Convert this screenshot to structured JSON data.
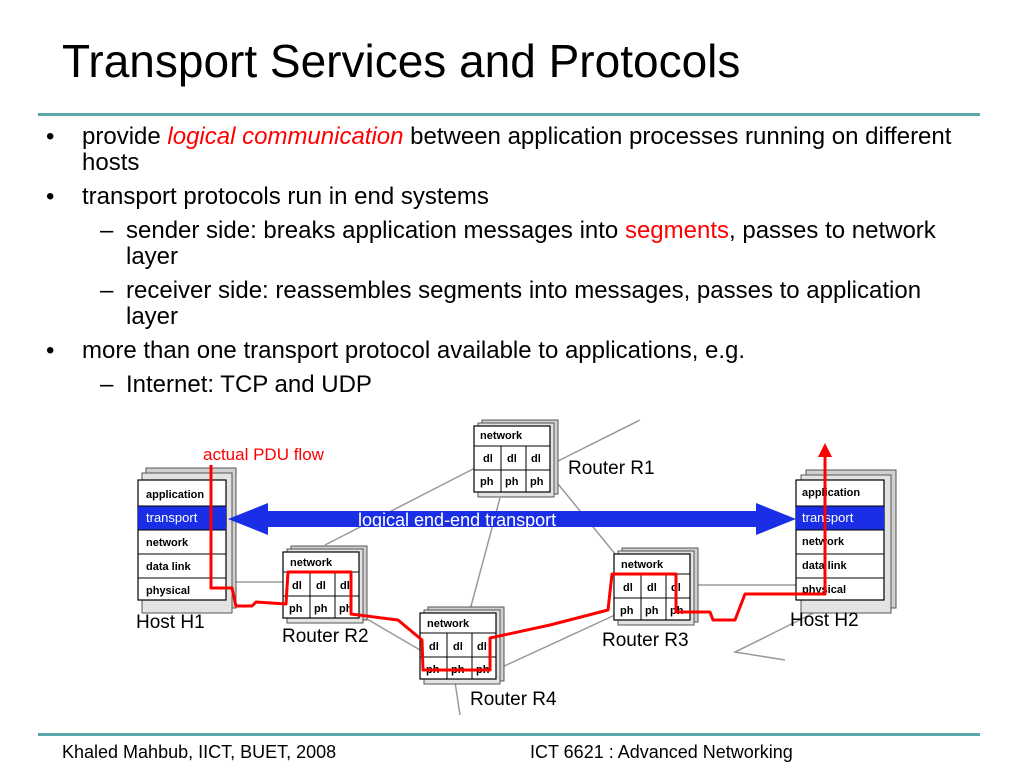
{
  "slide": {
    "title": "Transport Services and Protocols"
  },
  "bullets": {
    "b1": {
      "marker": "•",
      "text_before": "provide ",
      "highlight": "logical communication",
      "text_after": " between application processes running on different hosts"
    },
    "b2": {
      "marker": "•",
      "text": "transport protocols run in end systems",
      "subs": {
        "s1": {
          "marker": "–",
          "text_before": "sender side: breaks application messages into ",
          "highlight": "segments",
          "text_after": ", passes to  network layer"
        },
        "s2": {
          "marker": "–",
          "text": "receiver side: reassembles segments into messages, passes to application layer"
        }
      }
    },
    "b3": {
      "marker": "•",
      "text": "more than one transport protocol available to applications, e.g.",
      "subs": {
        "s1": {
          "marker": "–",
          "text": "Internet: TCP and UDP"
        }
      }
    }
  },
  "diagram": {
    "pdu_flow_label": "actual PDU flow",
    "logical_label": "logical end-end transport",
    "host_h1": {
      "caption": "Host H1",
      "layers": [
        "application",
        "transport",
        "network",
        "data link",
        "physical"
      ]
    },
    "host_h2": {
      "caption": "Host H2",
      "layers": [
        "application",
        "transport",
        "network",
        "data link",
        "physical"
      ]
    },
    "routers": {
      "r1": {
        "caption": "Router R1",
        "network": "network",
        "dl": [
          "dl",
          "dl",
          "dl"
        ],
        "ph": [
          "ph",
          "ph",
          "ph"
        ]
      },
      "r2": {
        "caption": "Router R2",
        "network": "network",
        "dl": [
          "dl",
          "dl",
          "dl"
        ],
        "ph": [
          "ph",
          "ph",
          "ph"
        ]
      },
      "r3": {
        "caption": "Router R3",
        "network": "network",
        "dl": [
          "dl",
          "dl",
          "dl"
        ],
        "ph": [
          "ph",
          "ph",
          "ph"
        ]
      },
      "r4": {
        "caption": "Router R4",
        "network": "network",
        "dl": [
          "dl",
          "dl",
          "dl"
        ],
        "ph": [
          "ph",
          "ph",
          "ph"
        ]
      }
    },
    "colors": {
      "pdu_flow": "#ff0000",
      "logical_arrow": "#1a2ee6",
      "transport_highlight": "#1a2ee6",
      "links": "#9a9a9a"
    }
  },
  "footer": {
    "left": "Khaled Mahbub, IICT, BUET, 2008",
    "right": "ICT 6621 : Advanced Networking"
  }
}
